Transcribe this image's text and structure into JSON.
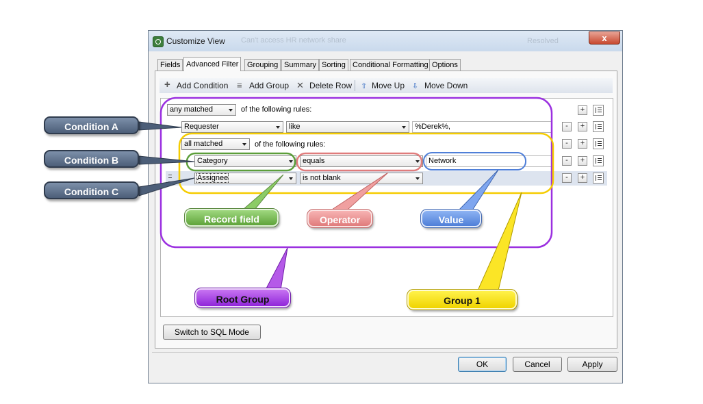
{
  "window": {
    "title": "Customize View",
    "ghost_title": "Can't access HR network share",
    "ghost_status": "Resolved",
    "close_label": "x"
  },
  "tabs": [
    {
      "label": "Fields"
    },
    {
      "label": "Advanced Filter",
      "active": true
    },
    {
      "label": "Grouping"
    },
    {
      "label": "Summary"
    },
    {
      "label": "Sorting"
    },
    {
      "label": "Conditional Formatting"
    },
    {
      "label": "Options"
    }
  ],
  "toolbar": {
    "add_condition": "Add Condition",
    "add_group": "Add Group",
    "delete_row": "Delete Row",
    "move_up": "Move Up",
    "move_down": "Move Down"
  },
  "filter": {
    "root_match": "any matched",
    "root_suffix": "of the following rules:",
    "cond_a": {
      "field": "Requester",
      "operator": "like",
      "value": "%Derek%,"
    },
    "group_match": "all matched",
    "group_suffix": "of the following rules:",
    "cond_b": {
      "field": "Category",
      "operator": "equals",
      "value": "Network"
    },
    "cond_c": {
      "field": "Assignee",
      "operator": "is not blank"
    }
  },
  "row_buttons": {
    "minus": "-",
    "plus": "+"
  },
  "sql_button": "Switch to SQL Mode",
  "footer": {
    "ok": "OK",
    "cancel": "Cancel",
    "apply": "Apply"
  },
  "annotations": {
    "condition_a": "Condition A",
    "condition_b": "Condition B",
    "condition_c": "Condition C",
    "record_field": "Record field",
    "operator": "Operator",
    "value": "Value",
    "root_group": "Root Group",
    "group_1": "Group 1"
  },
  "colors": {
    "root_group": "#9b30e0",
    "group_1": "#f5cc00",
    "record_field": "#5c9e3a",
    "operator": "#e07c7c",
    "value": "#4f7fd8",
    "condition": "#4c5e78"
  }
}
